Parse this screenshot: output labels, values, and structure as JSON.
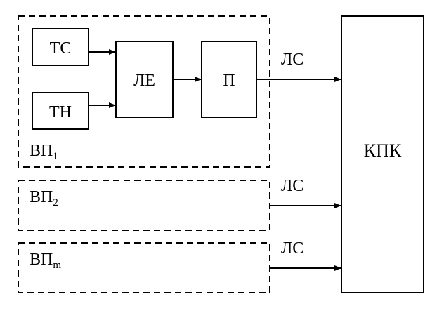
{
  "diagram": {
    "groups": [
      {
        "main": "ВП",
        "sub": "1"
      },
      {
        "main": "ВП",
        "sub": "2"
      },
      {
        "main": "ВП",
        "sub": "m"
      }
    ],
    "blocks": {
      "ts": "ТС",
      "tn": "ТН",
      "le": "ЛЕ",
      "p": "П",
      "kpk": "КПК"
    },
    "links": [
      "ЛС",
      "ЛС",
      "ЛС"
    ]
  }
}
